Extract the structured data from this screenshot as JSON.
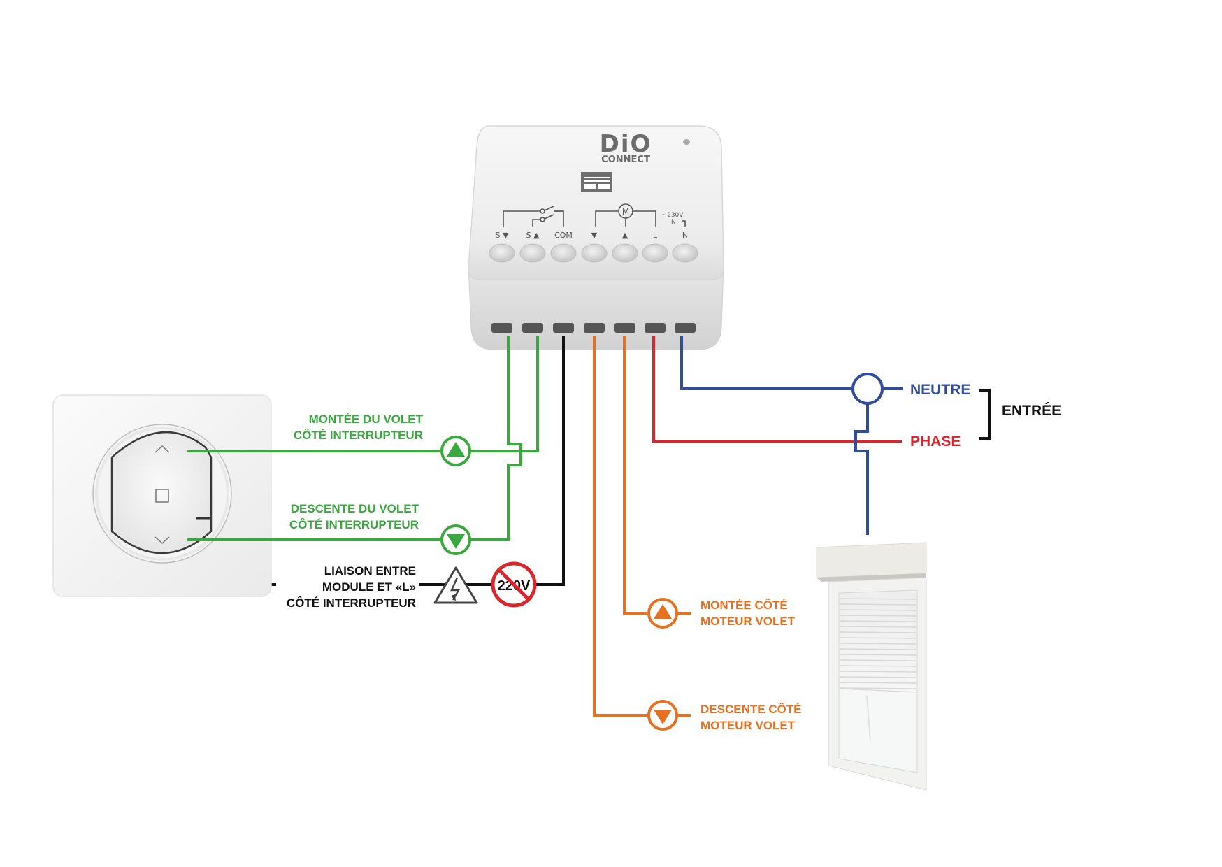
{
  "colors": {
    "green": "#3aa83f",
    "black": "#111111",
    "orange": "#e8701f",
    "red": "#d9262c",
    "blue": "#2f4d9c",
    "warning_red": "#d9262c"
  },
  "module": {
    "brand": "DiO",
    "brand_sub": "CONNECT",
    "supply_label": "~230V",
    "supply_sub": "IN",
    "motor_symbol": "M",
    "terminals": [
      {
        "id": "s_down",
        "label": "S ▼",
        "wire": "green"
      },
      {
        "id": "s_up",
        "label": "S ▲",
        "wire": "green"
      },
      {
        "id": "com",
        "label": "COM",
        "wire": "black"
      },
      {
        "id": "motor_down",
        "label": "▼",
        "wire": "orange"
      },
      {
        "id": "motor_up",
        "label": "▲",
        "wire": "orange"
      },
      {
        "id": "live",
        "label": "L",
        "wire": "red"
      },
      {
        "id": "neutral",
        "label": "N",
        "wire": "blue"
      }
    ]
  },
  "switch_plate": {
    "up_icon": "chevron-up",
    "stop_icon": "square",
    "down_icon": "chevron-down"
  },
  "labels": {
    "switch_up": [
      "MONTÉE DU VOLET",
      "CÔTÉ INTERRUPTEUR"
    ],
    "switch_down": [
      "DESCENTE DU VOLET",
      "CÔTÉ INTERRUPTEUR"
    ],
    "link": [
      "LIAISON ENTRE",
      "MODULE ET «L»",
      "CÔTÉ INTERRUPTEUR"
    ],
    "no_220": "220V",
    "motor_up": [
      "MONTÉE CÔTÉ",
      "MOTEUR VOLET"
    ],
    "motor_down": [
      "DESCENTE CÔTÉ",
      "MOTEUR VOLET"
    ],
    "neutre": "NEUTRE",
    "phase": "PHASE",
    "entree": "ENTRÉE"
  }
}
